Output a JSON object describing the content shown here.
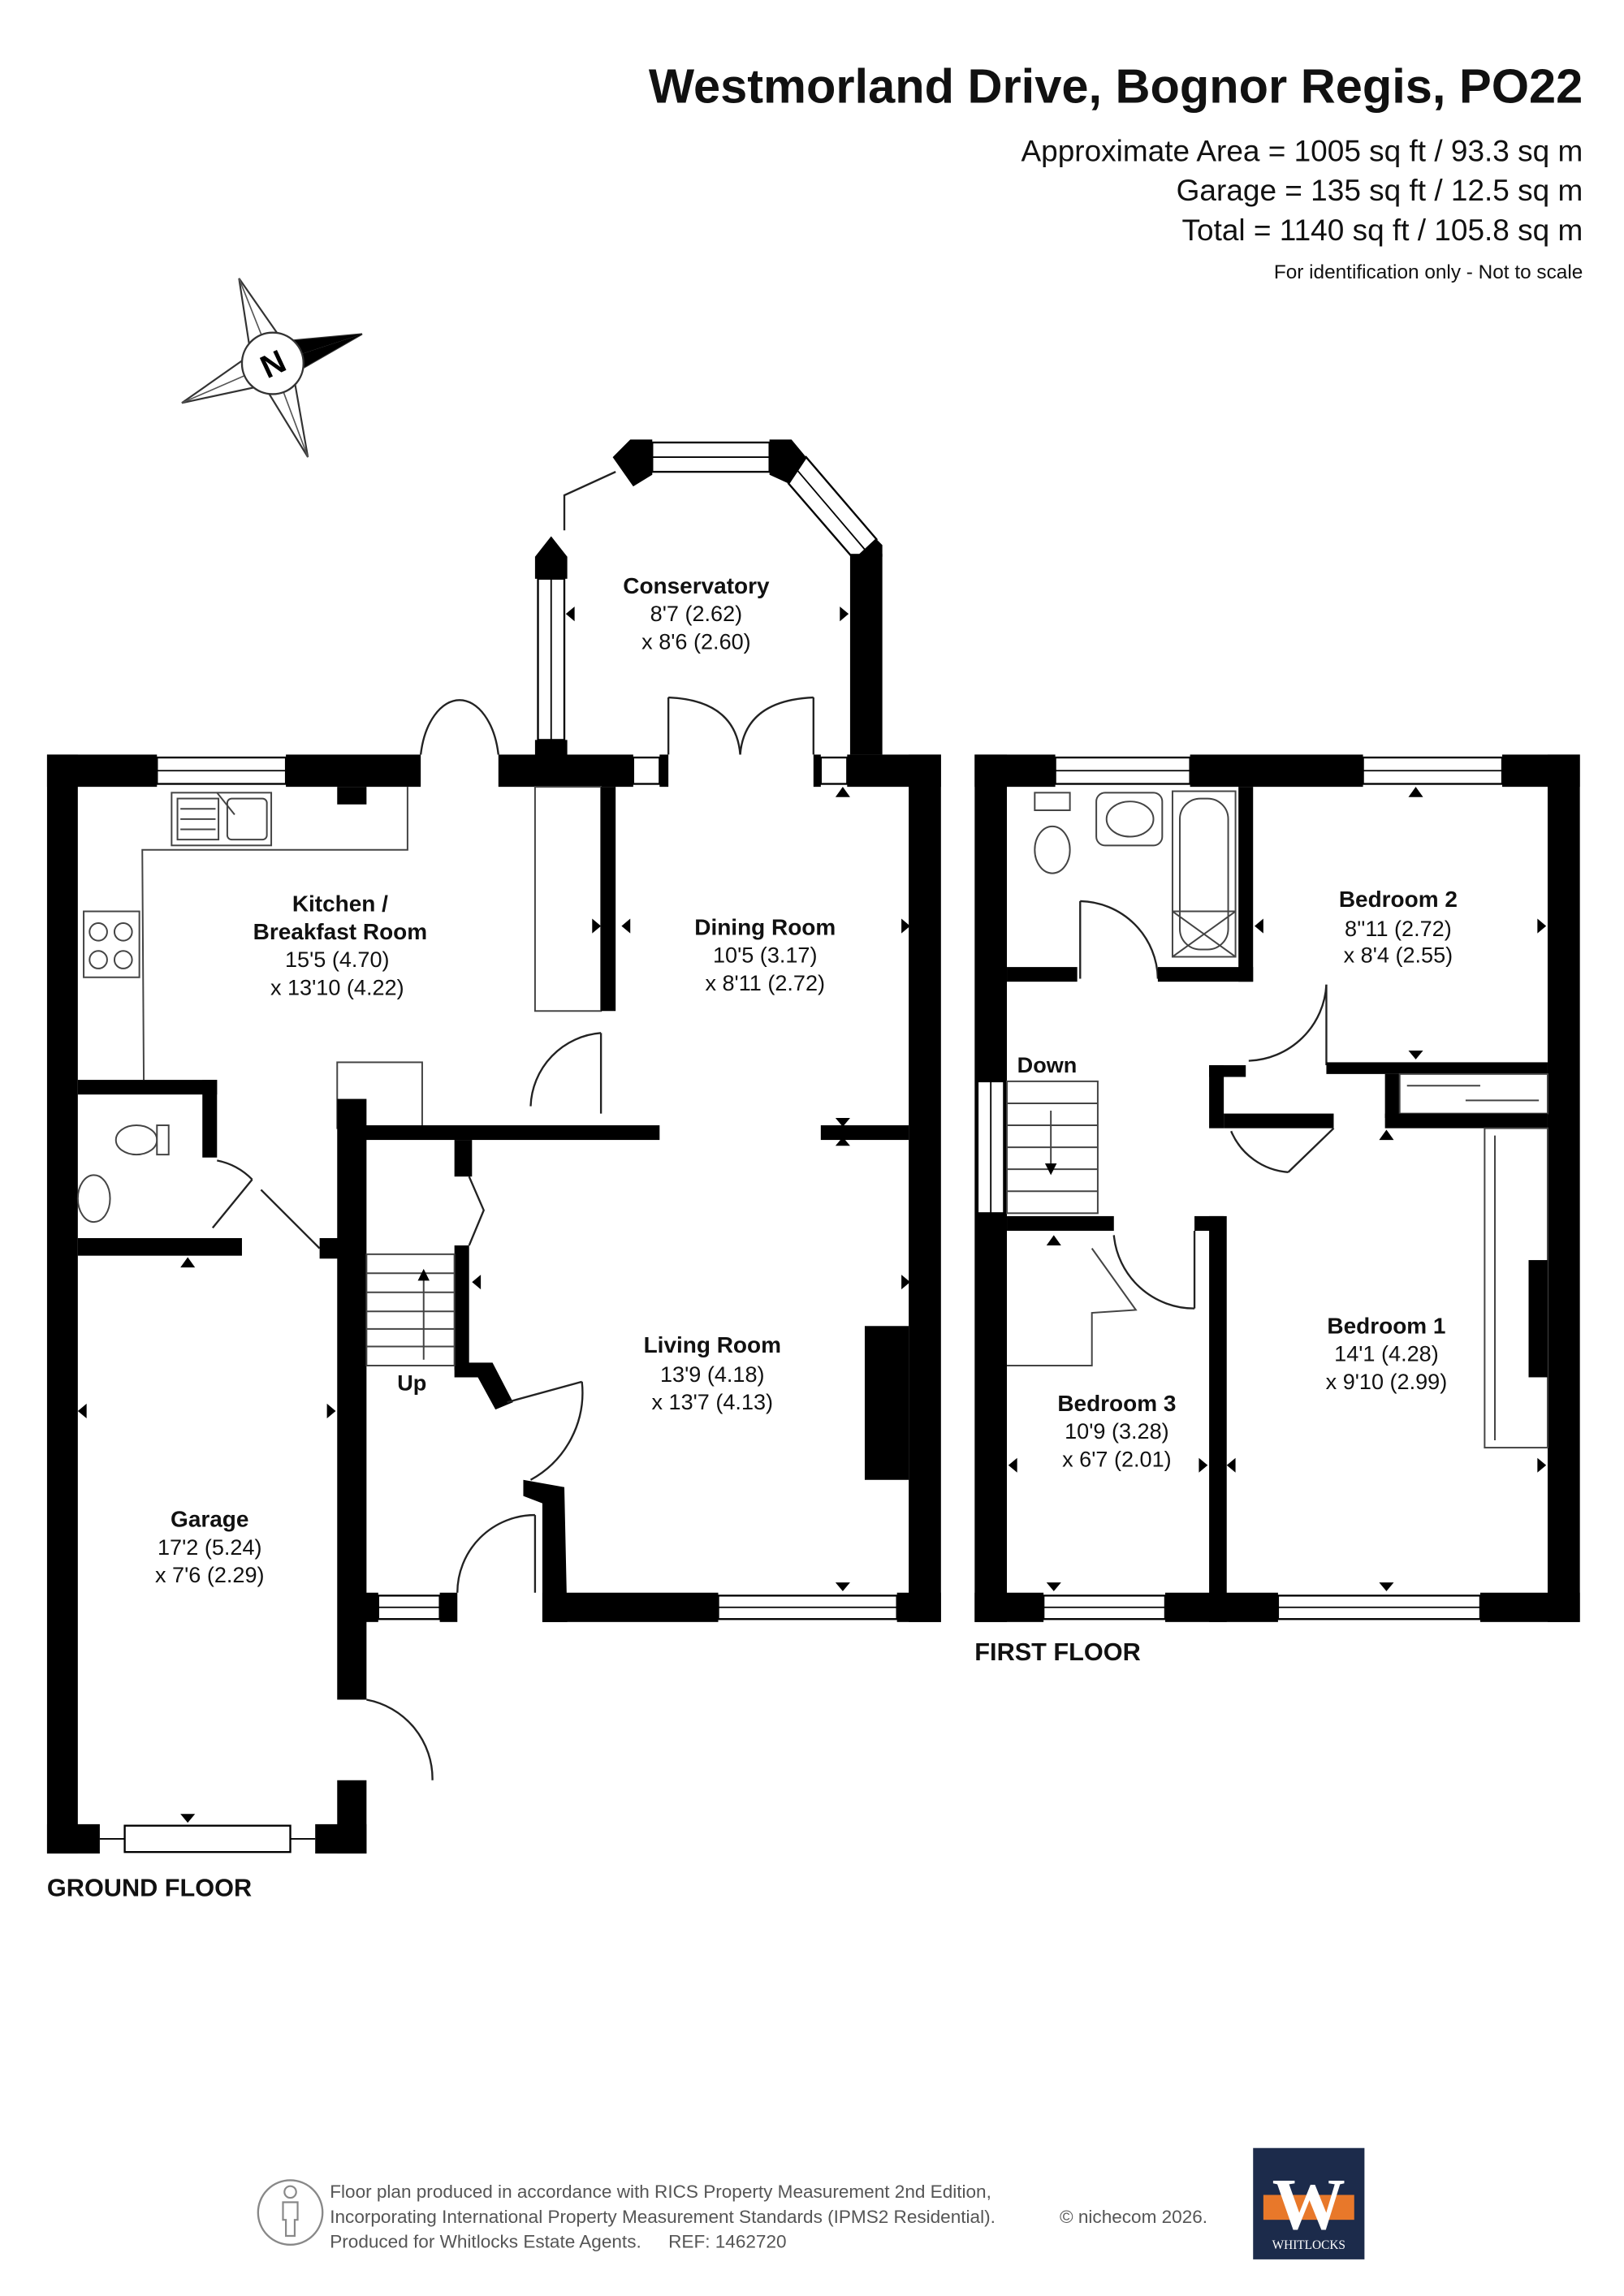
{
  "header": {
    "title": "Westmorland Drive, Bognor Regis, PO22",
    "approximate_area": "Approximate Area = 1005 sq ft / 93.3 sq m",
    "garage_area": "Garage = 135 sq ft / 12.5 sq m",
    "total_area": "Total = 1140 sq ft / 105.8 sq m",
    "disclaimer": "For identification only - Not to scale"
  },
  "compass": {
    "label": "N",
    "icon": "north-compass-icon"
  },
  "ground_floor": {
    "label": "GROUND FLOOR",
    "stairs_label": "Up",
    "conservatory": {
      "name": "Conservatory",
      "dim_1": "8'7 (2.62)",
      "dim_2": "x 8'6 (2.60)"
    },
    "kitchen": {
      "name_line_1": "Kitchen /",
      "name_line_2": "Breakfast Room",
      "dim_1": "15'5 (4.70)",
      "dim_2": "x 13'10 (4.22)"
    },
    "dining_room": {
      "name": "Dining Room",
      "dim_1": "10'5 (3.17)",
      "dim_2": "x 8'11 (2.72)"
    },
    "living_room": {
      "name": "Living Room",
      "dim_1": "13'9 (4.18)",
      "dim_2": "x 13'7 (4.13)"
    },
    "garage": {
      "name": "Garage",
      "dim_1": "17'2 (5.24)",
      "dim_2": "x 7'6 (2.29)"
    }
  },
  "first_floor": {
    "label": "FIRST FLOOR",
    "stairs_label": "Down",
    "bedroom_2": {
      "name": "Bedroom 2",
      "dim_1": "8''11 (2.72)",
      "dim_2": "x 8'4 (2.55)"
    },
    "bedroom_1": {
      "name": "Bedroom 1",
      "dim_1": "14'1 (4.28)",
      "dim_2": "x 9'10 (2.99)"
    },
    "bedroom_3": {
      "name": "Bedroom 3",
      "dim_1": "10'9 (3.28)",
      "dim_2": "x 6'7 (2.01)"
    }
  },
  "footer": {
    "line_1": "Floor plan produced in accordance with RICS Property Measurement 2nd Edition,",
    "line_2": "Incorporating International Property Measurement Standards (IPMS2 Residential).",
    "copyright": "© nichecom 2026.",
    "line_3": "Produced for Whitlocks Estate Agents.",
    "reference": "REF: 1462720",
    "logo_letter": "W",
    "logo_name": "WHITLOCKS",
    "icon": "ipms-person-icon"
  },
  "colors": {
    "walls": "#000000",
    "logo_background": "#1c2b4b",
    "logo_accent": "#e8782a",
    "footer_text": "#555555"
  }
}
